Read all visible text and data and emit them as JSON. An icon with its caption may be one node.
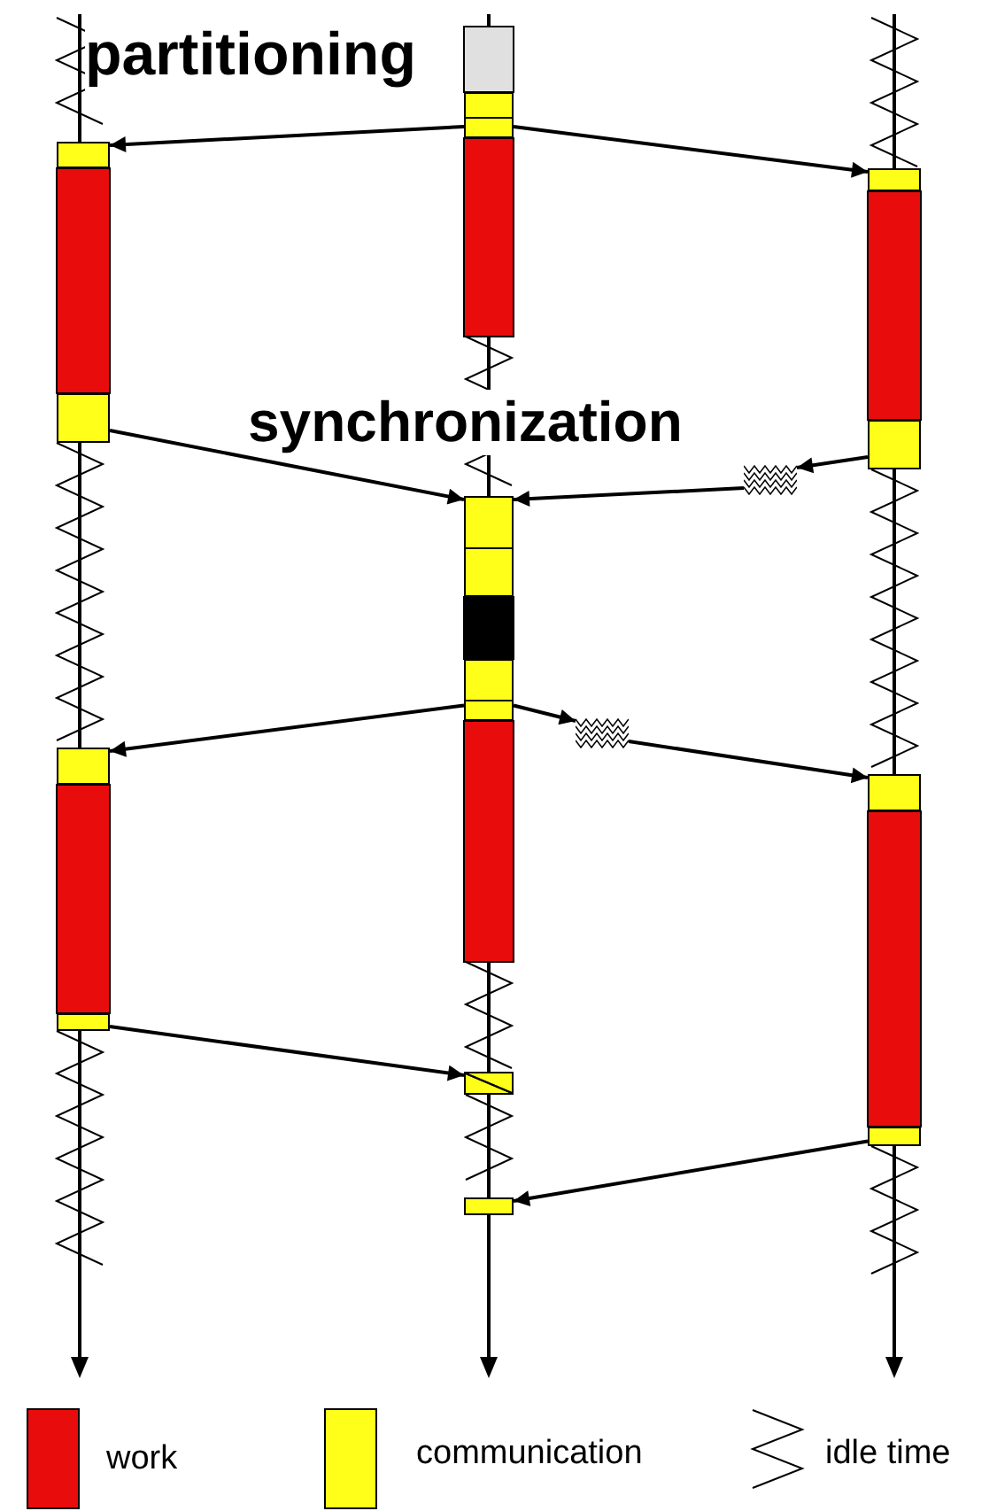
{
  "diagram": {
    "nodes": [
      {
        "text": [],
        "shape": "bar"
      },
      {
        "text": [],
        "shape": "bar"
      },
      {
        "text": [],
        "shape": "bar"
      },
      {
        "text": [],
        "shape": "bar"
      },
      {
        "text": [],
        "shape": "bar"
      },
      {
        "text": [],
        "shape": "bar"
      },
      {
        "text": [],
        "shape": "zigzag"
      },
      {
        "text": [],
        "shape": "bar"
      },
      {
        "text": [],
        "shape": "bar"
      },
      {
        "text": [],
        "shape": "zigzag"
      },
      {
        "text": [],
        "shape": "bar"
      },
      {
        "text": [],
        "shape": "bar"
      },
      {
        "text": [],
        "shape": "bar"
      },
      {
        "text": [],
        "shape": "bar"
      },
      {
        "text": [],
        "shape": "bar"
      }
    ],
    "edges": [
      {
        "from": 0,
        "to": 1,
        "arrow": "to"
      },
      {
        "from": 0,
        "to": 2,
        "arrow": "to"
      },
      {
        "from": 3,
        "to": 4,
        "arrow": "to"
      },
      {
        "from": 5,
        "to": 6,
        "arrow": "to"
      },
      {
        "from": 6,
        "to": 4,
        "arrow": "to"
      },
      {
        "from": 7,
        "to": 8,
        "arrow": "to"
      },
      {
        "from": 7,
        "to": 9,
        "arrow": "to"
      },
      {
        "from": 9,
        "to": 10,
        "arrow": "to"
      },
      {
        "from": 11,
        "to": 12,
        "arrow": "to"
      },
      {
        "from": 13,
        "to": 14,
        "arrow": "to"
      }
    ],
    "labels": [
      "partitioning",
      "synchronization"
    ],
    "legend": [
      {
        "text": "work",
        "color": "#e80c0c"
      },
      {
        "text": "communication",
        "color": "#ffff1a"
      },
      {
        "text": "idle time"
      }
    ]
  }
}
